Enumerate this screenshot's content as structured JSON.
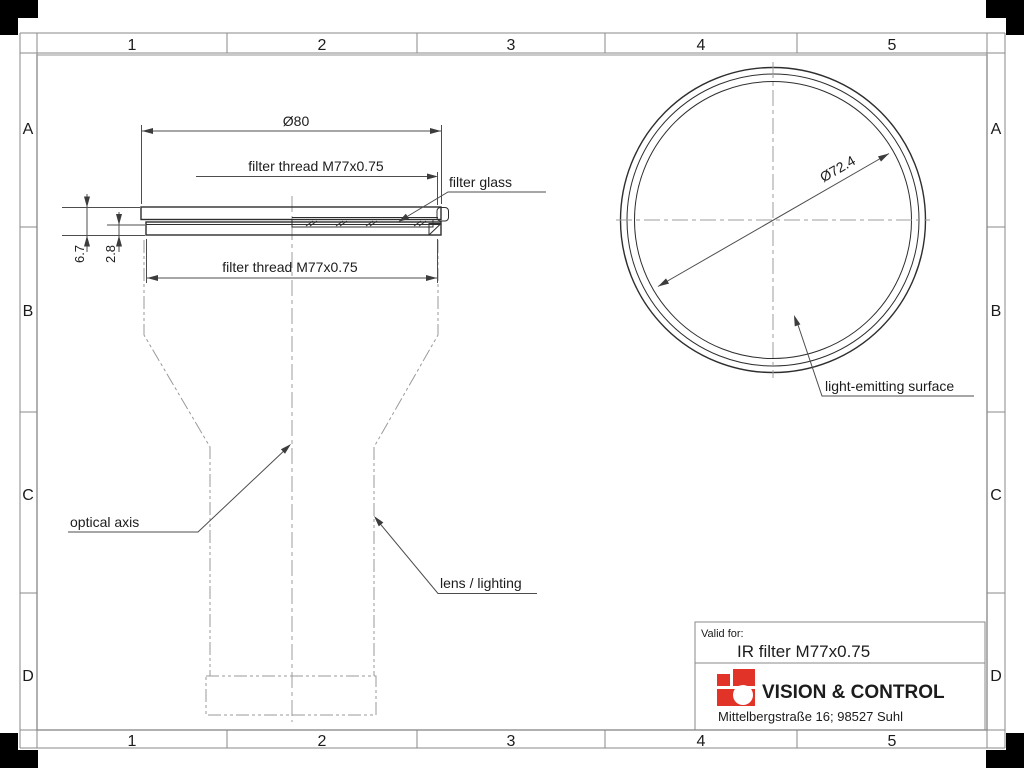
{
  "drawing": {
    "grid": {
      "cols": [
        "1",
        "2",
        "3",
        "4",
        "5"
      ],
      "rows": [
        "A",
        "B",
        "C",
        "D"
      ]
    },
    "section_view": {
      "dim_outer_diameter": "Ø80",
      "thread_label_top": "filter thread M77x0.75",
      "thread_label_bottom": "filter thread M77x0.75",
      "dim_total_height": "6.7",
      "dim_glass_height": "2.8",
      "label_filter_glass": "filter glass",
      "label_optical_axis": "optical axis",
      "label_lens_lighting": "lens / lighting"
    },
    "front_view": {
      "dim_emitting_diameter": "Ø72.4",
      "label_emitting_surface": "light-emitting surface"
    },
    "title_block": {
      "valid_for_label": "Valid for:",
      "product": "IR filter M77x0.75",
      "company": "VISION & CONTROL",
      "address": "Mittelbergstraße 16; 98527 Suhl",
      "brand_red": "#e23329"
    }
  }
}
